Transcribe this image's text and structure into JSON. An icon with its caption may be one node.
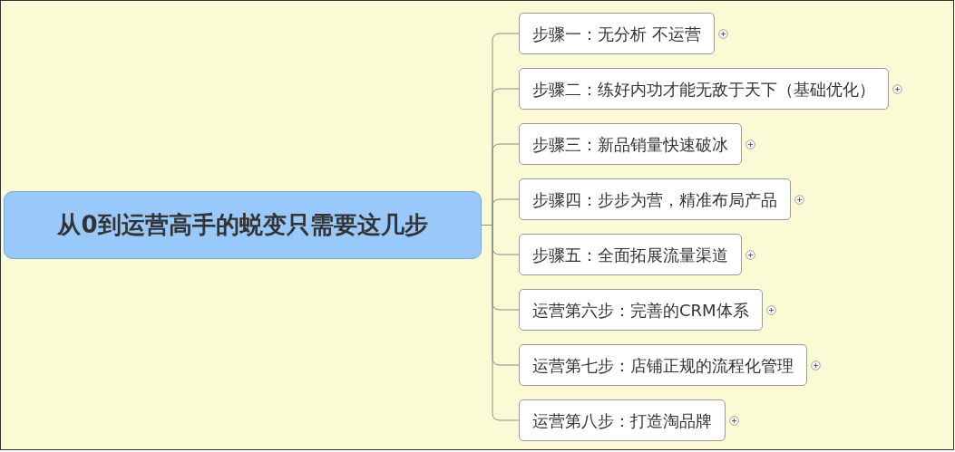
{
  "diagram": {
    "nodes": [
      {
        "text": [
          "从0到运营高手的蜕变只需要这几步"
        ]
      },
      {
        "text": [
          "步骤一：无分析 不运营"
        ]
      },
      {
        "text": [
          "步骤二：练好内功才能无敌于天下（基础优化）"
        ]
      },
      {
        "text": [
          "步骤三：新品销量快速破冰"
        ]
      },
      {
        "text": [
          "步骤四：步步为营，精准布局产品"
        ]
      },
      {
        "text": [
          "步骤五：全面拓展流量渠道"
        ]
      },
      {
        "text": [
          "运营第六步：完善的CRM体系"
        ]
      },
      {
        "text": [
          "运营第七步：店铺正规的流程化管理"
        ]
      },
      {
        "text": [
          "运营第八步：打造淘品牌"
        ]
      }
    ],
    "edges": [
      {
        "from": 0,
        "to": 1,
        "arrow": "none"
      },
      {
        "from": 0,
        "to": 2,
        "arrow": "none"
      },
      {
        "from": 0,
        "to": 3,
        "arrow": "none"
      },
      {
        "from": 0,
        "to": 4,
        "arrow": "none"
      },
      {
        "from": 0,
        "to": 5,
        "arrow": "none"
      },
      {
        "from": 0,
        "to": 6,
        "arrow": "none"
      },
      {
        "from": 0,
        "to": 7,
        "arrow": "none"
      },
      {
        "from": 0,
        "to": 8,
        "arrow": "none"
      }
    ]
  }
}
